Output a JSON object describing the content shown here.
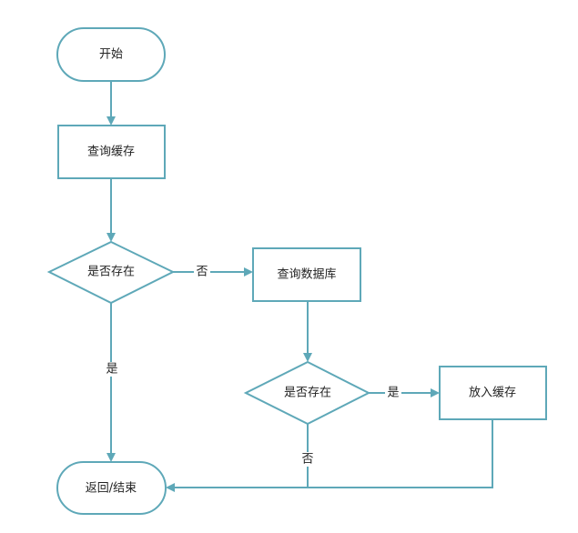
{
  "diagram": {
    "nodes": {
      "start": "开始",
      "query_cache": "查询缓存",
      "exists_1": "是否存在",
      "query_db": "查询数据库",
      "exists_2": "是否存在",
      "put_cache": "放入缓存",
      "end": "返回/结束"
    },
    "edges": {
      "exists_1_no": "否",
      "exists_1_yes": "是",
      "exists_2_yes": "是",
      "exists_2_no": "否"
    },
    "colors": {
      "stroke": "#5ea8b8",
      "text": "#222222",
      "fill": "#ffffff"
    }
  }
}
